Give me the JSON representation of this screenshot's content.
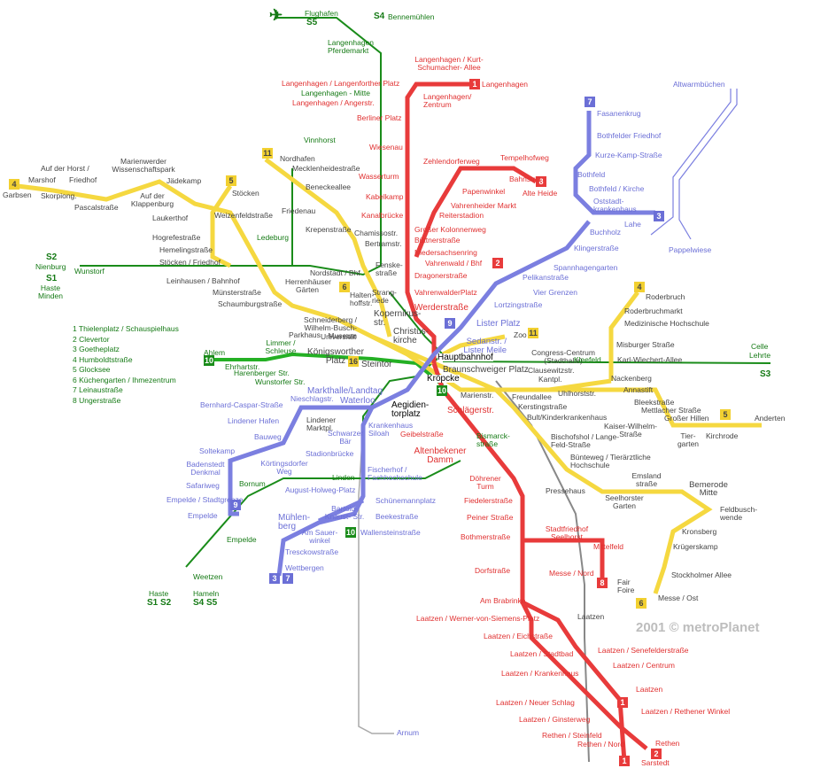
{
  "title": "Hannover Stadtbahn",
  "copyright": "2001 © metroPlanet",
  "colors": {
    "red": "#e83b3b",
    "blue": "#7b7fe0",
    "yellow": "#f5d840",
    "green": "#1a8c1a",
    "gray": "#888888"
  },
  "legend": [
    "1 Thielenplatz / Schauspielhaus",
    "2 Clevertor",
    "3 Goetheplatz",
    "4 Humboldtstraße",
    "5 Glocksee",
    "6 Küchengarten / Ihmezentrum",
    "7 Leinaustraße",
    "8 Ungerstraße"
  ],
  "badges": {
    "b1a": "1",
    "b2a": "2",
    "b8a": "8",
    "b7a": "7",
    "b3a": "3",
    "b4a": "4",
    "b5a": "5",
    "b11a": "11",
    "b5b": "5",
    "b4b": "4",
    "b6a": "6",
    "b9a": "9",
    "b11b": "11",
    "b16": "16",
    "b10a": "10",
    "b10b": "10",
    "b9b": "9",
    "b3b": "3",
    "b7b": "7",
    "b10c": "10",
    "b8b": "8",
    "b6b": "6",
    "b1b": "1",
    "b2b": "2",
    "b1c": "1"
  },
  "labels": {
    "flughafen": "Flughafen",
    "s5a": "S5",
    "s4bem": "S4",
    "bennemuehlen": "Bennemühlen",
    "pferdemarkt": "Langenhagen Pferdemarkt",
    "kurtschum": "Langenhagen / Kurt-Schumacher- Allee",
    "langenhagen": "Langenhagen",
    "lh_langenforther": "Langenhagen / Langenforther Platz",
    "lh_mitte": "Langenhagen - Mitte",
    "lh_angerstr": "Langenhagen / Angerstr.",
    "lh_zentrum": "Langenhagen/ Zentrum",
    "berliner": "Berliner Platz",
    "vinnhorst": "Vinnhorst",
    "wiesenau": "Wiesenau",
    "zehlendorfer": "Zehlendorferweg",
    "tempelhof": "Tempelhofweg",
    "bahnstrift": "Bahnstrift",
    "alteheide": "Alte Heide",
    "wasserturm": "Wasserturm",
    "papenwinkel": "Papenwinkel",
    "kabelkamp": "Kabelkamp",
    "vahrenheider": "Vahrenheider Markt",
    "reiterstadion": "Reiterstadion",
    "kanalbruecke": "Kanalbrücke",
    "grosserkolonnen": "Großer Kolonnenweg",
    "buettner": "Büttnerstraße",
    "niedersachsenring": "Niedersachsenring",
    "vahrenwaldbhf": "Vahrenwald / Bhf",
    "dragoner": "Dragonerstraße",
    "vahrenwalder": "VahrenwalderPlatz",
    "werder": "Werderstraße",
    "nordhafen": "Nordhafen",
    "mecklenheide": "Mecklenheidestraße",
    "beneckeallee": "Beneckeallee",
    "friedenau": "Friedenau",
    "krepen": "Krepenstraße",
    "ledeburg": "Ledeburg",
    "chamisso": "Chamissostr.",
    "bertram": "Bertramstr.",
    "fenske": "Fenske- straße",
    "nordstadtbhf": "Nordstadt / Bhf",
    "herrenhaeuser": "Herrenhäuser Gärten",
    "haltenhoff": "Halten- hoffstr.",
    "strangriede": "Strang- riede",
    "kopernikus": "Kopernikus- str.",
    "christus": "Christus- kirche",
    "schneiderberg": "Schneiderberg / Wilhelm-Busch-Museum",
    "parkhaus": "Parkhaus",
    "universitaet": "Universität",
    "koenigsworther": "Königsworther Platz",
    "steintor": "Steintor",
    "hauptbahnhof": "Hauptbahnhof",
    "kroepcke": "Kröpcke",
    "aegidien": "Aegidien- torplatz",
    "markthalle": "Markthalle/Landtag",
    "waterloo": "Waterloo",
    "braunschweiger": "Braunschweiger Platz",
    "marienstr": "Marienstr.",
    "schlaeger": "Schlägerstr.",
    "geibel": "Geibelstraße",
    "altenbekener": "Altenbekener Damm",
    "bismarck": "Bismarck- straße",
    "doehrener": "Döhrener Turm",
    "fiedeler": "Fiedelerstraße",
    "peiner": "Peiner Straße",
    "bothmer": "Bothmerstraße",
    "stadtfriedhof": "Stadtfriedhof Seelhorst",
    "mittelfeld": "Mittelfeld",
    "messenord": "Messe / Nord",
    "fairfoire": "Fair Foire",
    "dorfstrasse": "Dorfstraße",
    "ambrabrinke": "Am Brabrinke",
    "laatzen": "Laatzen",
    "laatzen_wvs": "Laatzen / Werner-von-Siemens-Platz",
    "laatzen_eich": "Laatzen / Eichstraße",
    "laatzen_senef": "Laatzen / Senefelderstraße",
    "laatzen_stadtbad": "Laatzen / Stadtbad",
    "laatzen_zentrum": "Laatzen / Centrum",
    "laatzen_kranken": "Laatzen / Krankenhaus",
    "laatzen2": "Laatzen",
    "laatzen_neuer": "Laatzen / Neuer Schlag",
    "laatzen_rethener": "Laatzen / Rethener Winkel",
    "laatzen_ginster": "Laatzen / Ginsterweg",
    "rethen_stein": "Rethen / Steinfeld",
    "rethen_nord": "Rethen / Nord",
    "rethen": "Rethen",
    "sarstedt": "Sarstedt",
    "altwarmbuechen": "Altwarmbüchen",
    "fasanenkrug": "Fasanenkrug",
    "bothfelder": "Bothfelder Friedhof",
    "kurzekamp": "Kurze-Kamp-Straße",
    "bothfeld": "Bothfeld",
    "bothfeldkirche": "Bothfeld / Kirche",
    "oststadt": "Oststadt- krankenhaus",
    "lahe": "Lahe",
    "pappelwiese": "Pappelwiese",
    "buchholz": "Buchholz",
    "klinger": "Klingerstraße",
    "spannhagen": "Spannhagengarten",
    "pelikan": "Pelikanstraße",
    "vierGrenzen": "Vier Grenzen",
    "lortzing": "Lortzingstraße",
    "listerplatz": "Lister Platz",
    "sedanstr": "Sedanstr. / Lister Meile",
    "zoo": "Zoo",
    "congress": "Congress-Centrum (Stadthalle)",
    "clausewitz": "Clausewitzstr.",
    "kantpl": "Kantpl.",
    "kleefeld": "Kleefeld",
    "celle": "Celle",
    "lehrte": "Lehrte",
    "s3": "S3",
    "uhlhorst": "Uhlhorststr.",
    "freundallee": "Freundallee",
    "kerstingstr": "Kerstingstraße",
    "bult": "Bult/Kinderkrankenhaus",
    "roderbruch": "Roderbruch",
    "roderbruchmarkt": "Roderbruchmarkt",
    "medhochschule": "Medizinische Hochschule",
    "misburger": "Misburger Straße",
    "kwiechert": "Karl-Wiechert-Allee",
    "nackenberg": "Nackenberg",
    "annastift": "Annastift",
    "bleekstr": "Bleekstraße",
    "mettlacher": "Mettlacher Straße",
    "grosserhillen": "Großer Hillen",
    "anderten": "Anderten",
    "kaiserwilhelm": "Kaiser-Wilhelm- Straße",
    "tiergarten": "Tier- garten",
    "kirchrode": "Kirchrode",
    "bischofshol": "Bischofshol / Lange-Feld-Straße",
    "buenteweg": "Bünteweg / Tierärztliche Hochschule",
    "emsland": "Emsland straße",
    "pressehaus": "Pressehaus",
    "seelhorster": "Seelhorster Garten",
    "bemerode": "Bemerode Mitte",
    "feldbusch": "Feldbusch- wende",
    "kronsberg": "Kronsberg",
    "kruegerskamp": "Krügerskamp",
    "stockholmer": "Stockholmer Allee",
    "messeost": "Messe / Ost",
    "garbsen": "Garbsen",
    "marshof": "Marshof",
    "aufderhorst": "Auf der Horst /",
    "friedhof": "Friedhof",
    "skorpiong": "Skorpiong.",
    "pascal": "Pascalstraße",
    "marienwerder": "Marienwerder Wissenschaftspark",
    "jaedekamp": "Jädekamp",
    "aufderklapp": "Auf der Klappenburg",
    "laukerthof": "Laukerthof",
    "stoecken": "Stöcken",
    "weizenfeld": "Weizenfeldstraße",
    "hogrefe": "Hogrefestraße",
    "hemelingen": "Hemelingstraße",
    "stoeckenfriedhof": "Stöcken / Friedhof",
    "s2": "S2",
    "nienburg": "Nienburg",
    "wunstorf": "Wunstorf",
    "s1": "S1",
    "hasteminden": "Haste Minden",
    "leinhausen": "Leinhausen / Bahnhof",
    "muenstereck": "Münsterstraße",
    "schaumburg": "Schaumburgstraße",
    "ahlem": "Ahlem",
    "ehrhart": "Ehrhartstr.",
    "limmer": "Limmer / Schleuse",
    "harenberger": "Harenberger Str.",
    "wunstorfer": "Wunstorfer Str.",
    "niesch": "Nieschlagstr.",
    "bernhardcaspar": "Bernhard-Caspar-Straße",
    "lindenerhafen": "Lindener Hafen",
    "lindenermarkt": "Lindener Marktpl.",
    "schwarzerbaer": "Schwarzer Bär",
    "krankenhaus": "Krankenhaus Siloah",
    "bauweg": "Bauweg",
    "soltekamp": "Soltekamp",
    "stadionbruecke": "Stadionbrücke",
    "koertingsdorfer": "Körtingsdorfer Weg",
    "badenstedt": "Badenstedt Denkmal",
    "safariweg": "Safariweg",
    "fischerhof": "Fischerhof / Fachhochschule",
    "linden": "Linden",
    "bornum": "Bornum",
    "augusthol": "August-Holweg-Platz",
    "empeldestadt": "Empelde / Stadtgrenze",
    "empelde": "Empelde",
    "empelde2": "Empelde",
    "schuenemann": "Schünemannplatz",
    "bartold": "Bartold- Knaust- Str.",
    "beekestr": "Beekestraße",
    "muehlenberg": "Mühlen- berg",
    "amsauer": "Am Sauer- winkel",
    "wallensteinstr": "Wallensteinstraße",
    "tresckow": "Tresckowstraße",
    "wettbergen": "Wettbergen",
    "weetzen": "Weetzen",
    "haste": "Haste",
    "s1s2": "S1 S2",
    "hameln": "Hameln",
    "s4s5": "S4 S5",
    "arnum": "Arnum"
  }
}
